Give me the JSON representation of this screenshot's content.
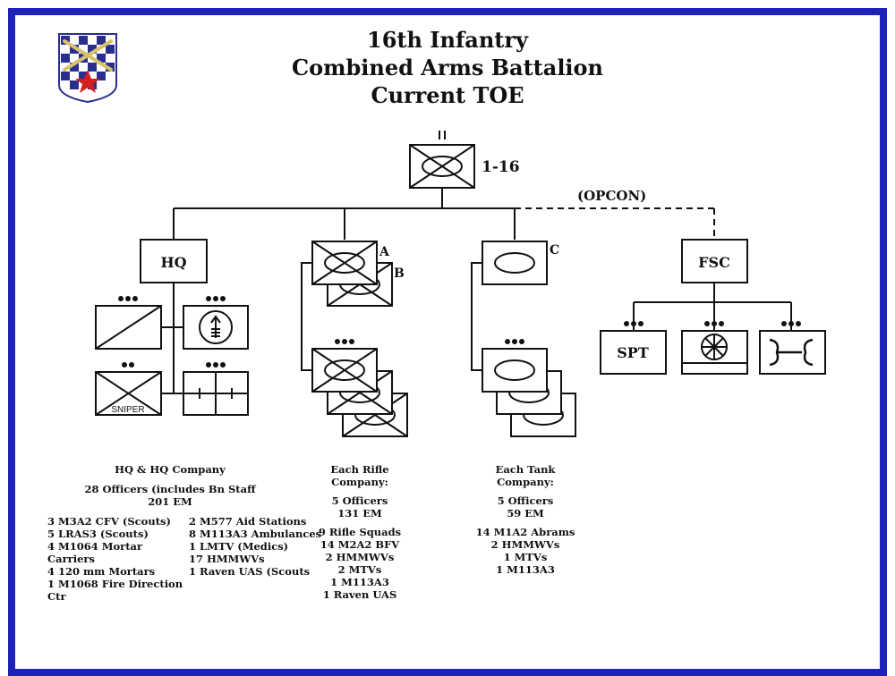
{
  "title": {
    "line1": "16th Infantry",
    "line2": "Combined Arms Battalion",
    "line3": "Current TOE"
  },
  "chart": {
    "battalion": {
      "designation": "1-16",
      "size_marker": "II"
    },
    "opcon_label": "(OPCON)",
    "hq_label": "HQ",
    "fsc_label": "FSC",
    "spt_label": "SPT",
    "sniper_label": "SNIPER",
    "company_a": "A",
    "company_b": "B",
    "company_c": "C"
  },
  "hq_block": {
    "heading": "HQ & HQ Company",
    "staff_line1": "28 Officers (includes Bn Staff",
    "staff_line2": "201 EM",
    "left": [
      "3 M3A2 CFV (Scouts)",
      "5 LRAS3 (Scouts)",
      "4 M1064 Mortar",
      "Carriers",
      "4 120 mm Mortars",
      "1 M1068 Fire Direction",
      "Ctr"
    ],
    "right": [
      "2 M577 Aid Stations",
      "8 M113A3 Ambulances",
      "1 LMTV (Medics)",
      "17 HMMWVs",
      "1 Raven UAS (Scouts"
    ]
  },
  "rifle_block": {
    "heading1": "Each Rifle",
    "heading2": "Company:",
    "lines": [
      "5 Officers",
      "131 EM"
    ],
    "equip": [
      "9 Rifle Squads",
      "14 M2A2 BFV",
      "2 HMMWVs",
      "2 MTVs",
      "1 M113A3",
      "1 Raven UAS"
    ]
  },
  "tank_block": {
    "heading1": "Each Tank",
    "heading2": "Company:",
    "lines": [
      "5 Officers",
      "59 EM"
    ],
    "equip": [
      "14 M1A2 Abrams",
      "2 HMMWVs",
      "1 MTVs",
      "1 M113A3"
    ]
  },
  "colors": {
    "frame": "#1f22b8",
    "line": "#111111",
    "crest_blue": "#2a2f8f",
    "crest_gold": "#d6c26a",
    "crest_red": "#d21f1f"
  }
}
